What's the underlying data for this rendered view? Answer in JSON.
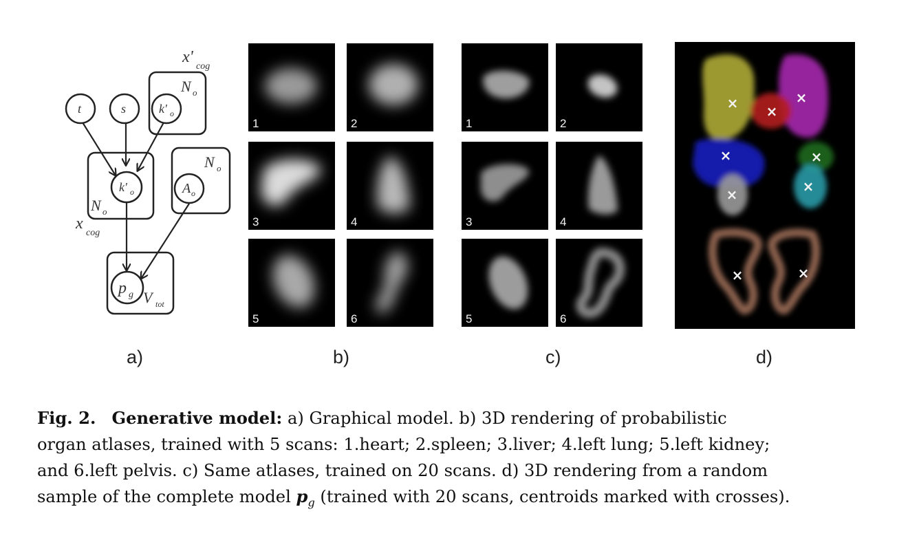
{
  "panel_labels": {
    "a": "a)",
    "b": "b)",
    "c": "c)",
    "d": "d)"
  },
  "graphical_model": {
    "node_t": "t",
    "node_s": "s",
    "node_k_top": "k'",
    "node_k_top_sub": "o",
    "node_k_mid": "k'",
    "node_k_mid_sub": "o",
    "node_A": "A",
    "node_A_sub": "o",
    "node_p": "p",
    "node_p_sub": "g",
    "plate_top_label": "N",
    "plate_top_sub": "o",
    "plate_mid_label": "N",
    "plate_mid_sub": "o",
    "plate_A_label": "N",
    "plate_A_sub": "o",
    "plate_p_label": "V",
    "plate_p_sub": "tot",
    "x_prime_cog": "x'",
    "x_prime_cog_sub": "cog",
    "x_cog": "x",
    "x_cog_sub": "cog"
  },
  "atlas_b_tiles": [
    "1",
    "2",
    "3",
    "4",
    "5",
    "6"
  ],
  "atlas_c_tiles": [
    "1",
    "2",
    "3",
    "4",
    "5",
    "6"
  ],
  "render_d": {
    "marker": "×",
    "organ_colors": {
      "liver": "#b8b43a",
      "heart": "#b41e1e",
      "left_lung": "#b02ab8",
      "right_lung": "#1a1ec8",
      "spleen": "#1e6a1e",
      "kidney_left": "#2a9aa6",
      "kidney_right": "#9a9a9a",
      "pelvis": "#b07a62"
    }
  },
  "caption": {
    "fig_label": "Fig. 2.",
    "title": "Generative model:",
    "line1": "a) Graphical model. b) 3D rendering of probabilistic",
    "line2": "organ atlases, trained with 5 scans: 1.heart; 2.spleen; 3.liver; 4.left lung; 5.left kidney;",
    "line3": "and 6.left pelvis. c) Same atlases, trained on 20 scans. d) 3D rendering from a random",
    "line4_pre": "sample of the complete model",
    "line4_sym": "p",
    "line4_sub": "g",
    "line4_post": "(trained with 20 scans, centroids marked with crosses)."
  }
}
